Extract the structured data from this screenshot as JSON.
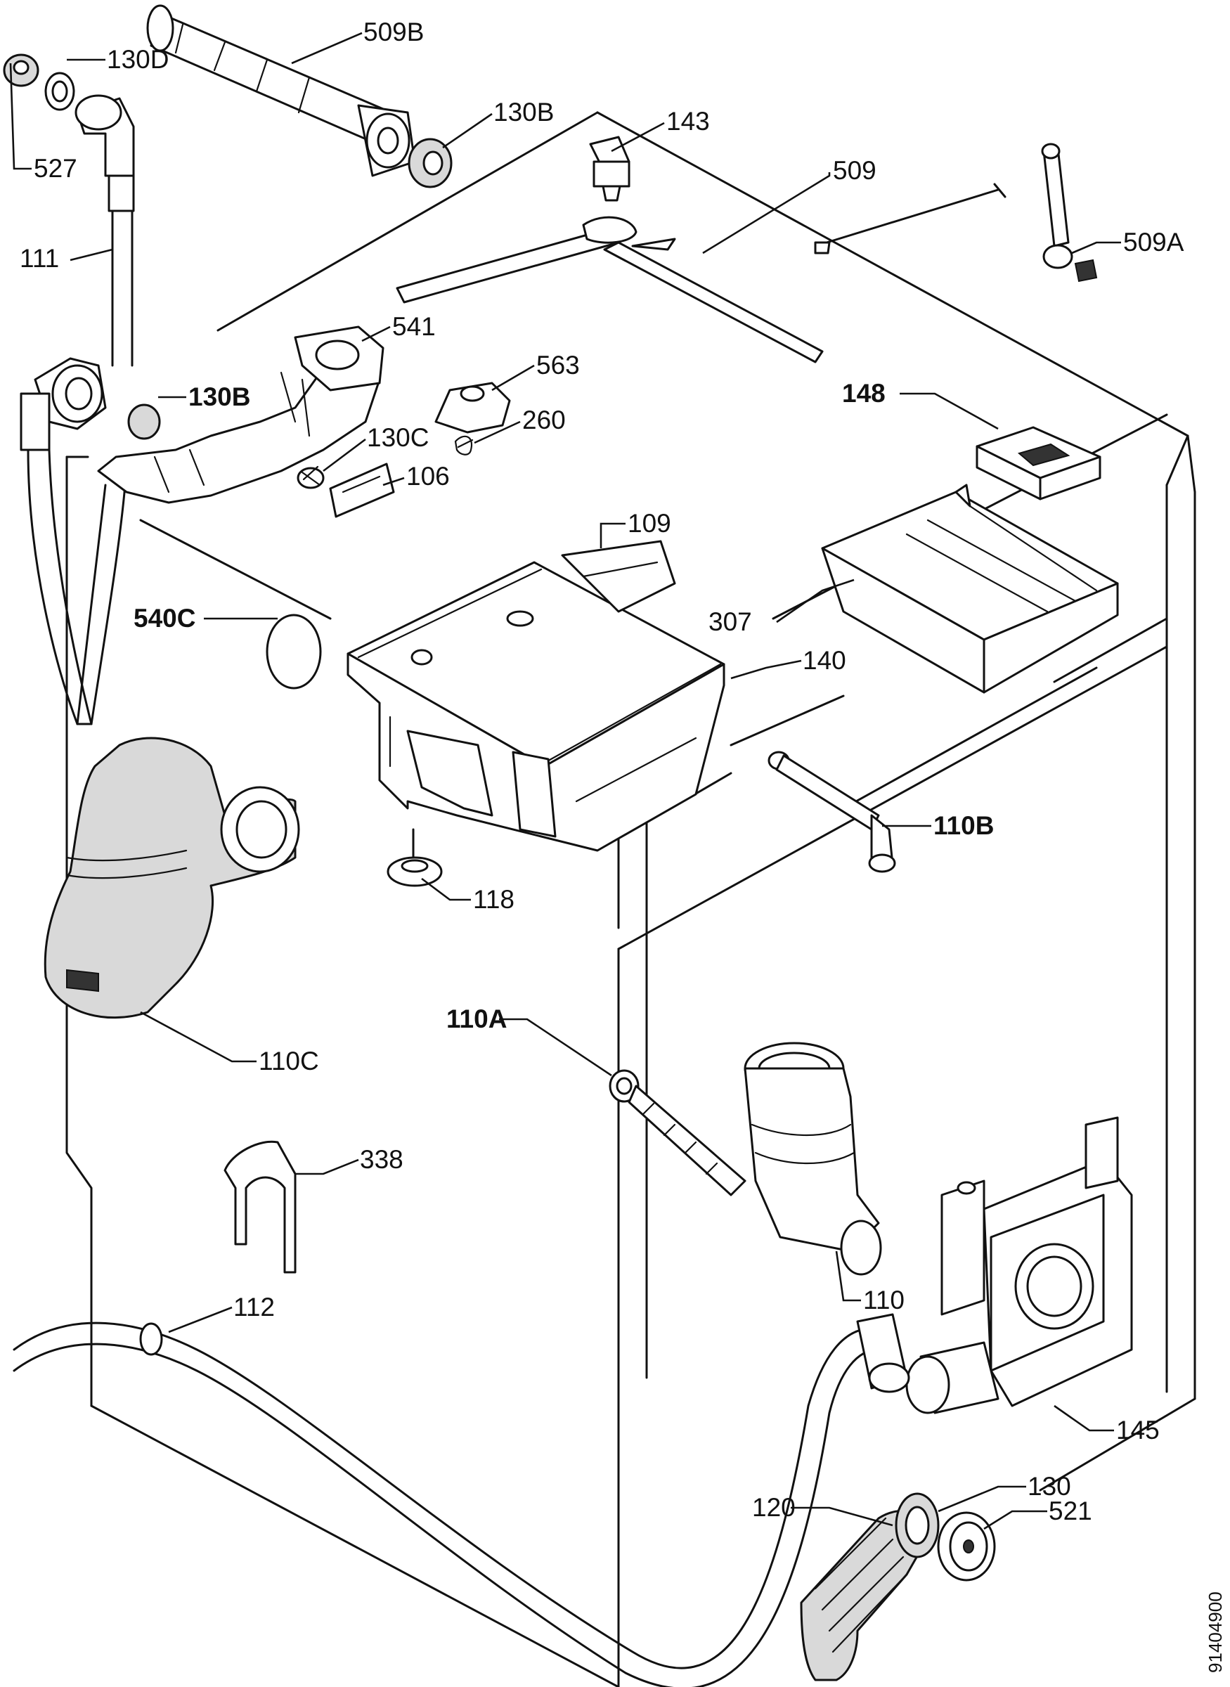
{
  "diagram": {
    "document_number": "91404900",
    "parts": [
      {
        "id": "p509b",
        "label": "509B"
      },
      {
        "id": "p130d",
        "label": "130D"
      },
      {
        "id": "p527",
        "label": "527"
      },
      {
        "id": "p130b_top",
        "label": "130B"
      },
      {
        "id": "p143",
        "label": "143"
      },
      {
        "id": "p509",
        "label": "509"
      },
      {
        "id": "p509a",
        "label": "509A"
      },
      {
        "id": "p111",
        "label": "111"
      },
      {
        "id": "p541",
        "label": "541"
      },
      {
        "id": "p563",
        "label": "563"
      },
      {
        "id": "p130b_mid",
        "label": "130B"
      },
      {
        "id": "p130c",
        "label": "130C"
      },
      {
        "id": "p260",
        "label": "260"
      },
      {
        "id": "p106",
        "label": "106"
      },
      {
        "id": "p148",
        "label": "148"
      },
      {
        "id": "p109",
        "label": "109"
      },
      {
        "id": "p540c",
        "label": "540C"
      },
      {
        "id": "p307",
        "label": "307"
      },
      {
        "id": "p140",
        "label": "140"
      },
      {
        "id": "p110b",
        "label": "110B"
      },
      {
        "id": "p118",
        "label": "118"
      },
      {
        "id": "p110c",
        "label": "110C"
      },
      {
        "id": "p110a",
        "label": "110A"
      },
      {
        "id": "p338",
        "label": "338"
      },
      {
        "id": "p110",
        "label": "110"
      },
      {
        "id": "p112",
        "label": "112"
      },
      {
        "id": "p145",
        "label": "145"
      },
      {
        "id": "p130",
        "label": "130"
      },
      {
        "id": "p120",
        "label": "120"
      },
      {
        "id": "p521",
        "label": "521"
      }
    ]
  }
}
